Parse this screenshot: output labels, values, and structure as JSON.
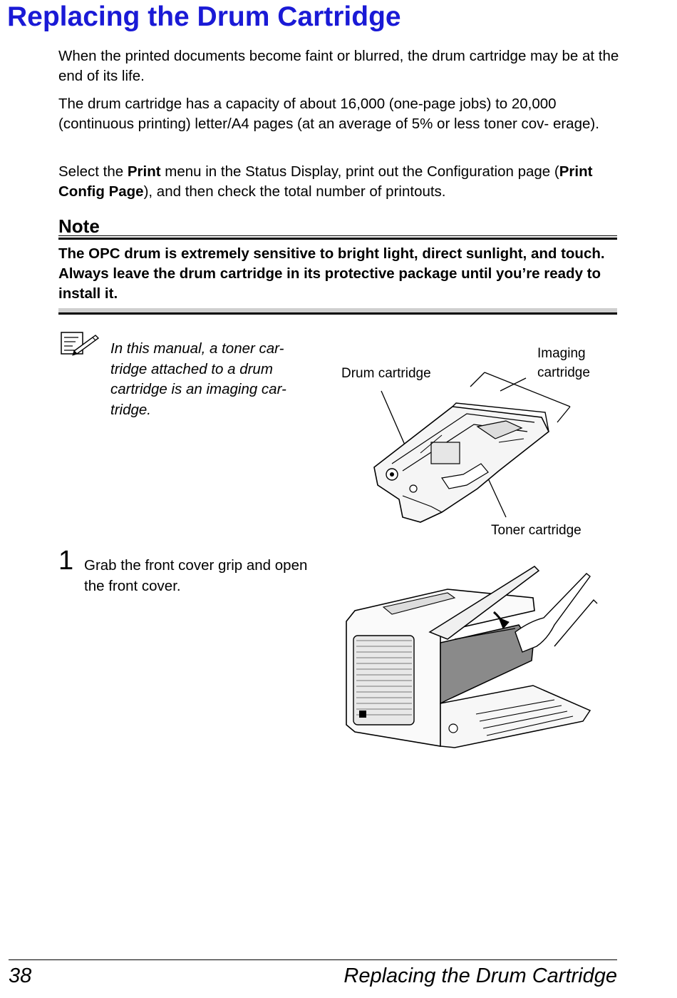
{
  "page": {
    "title": "Replacing the Drum Cartridge"
  },
  "intro": {
    "p1": "When the printed documents become faint or blurred, the drum cartridge may be at the end of its life.",
    "p2": "The drum cartridge has a capacity of about 16,000 (one-page jobs) to 20,000 (continuous printing) letter/A4 pages (at an average of 5% or less toner cov- erage).",
    "p3_before": "Select the ",
    "p3_bold1": "Print",
    "p3_middle": " menu in the Status Display, print out the Configuration page (",
    "p3_bold2": "Print Config Page",
    "p3_after": "), and then check the total number of printouts."
  },
  "note": {
    "heading": "Note",
    "text": "The OPC drum is extremely sensitive to bright light, direct sunlight, and touch. Always leave the drum cartridge in its protective package until you’re ready to install it."
  },
  "memo": {
    "icon": "note-pencil-icon",
    "text": "In this manual, a toner car- tridge attached to a drum cartridge is an imaging car- tridge."
  },
  "figure1": {
    "label_drum": "Drum cartridge",
    "label_imaging_line1": "Imaging",
    "label_imaging_line2": "cartridge",
    "label_toner": "Toner cartridge"
  },
  "step1": {
    "number": "1",
    "text": "Grab the front cover grip and open the front cover."
  },
  "footer": {
    "page_number": "38",
    "section": "Replacing the Drum Cartridge"
  },
  "colors": {
    "title": "#1a1ad6"
  }
}
